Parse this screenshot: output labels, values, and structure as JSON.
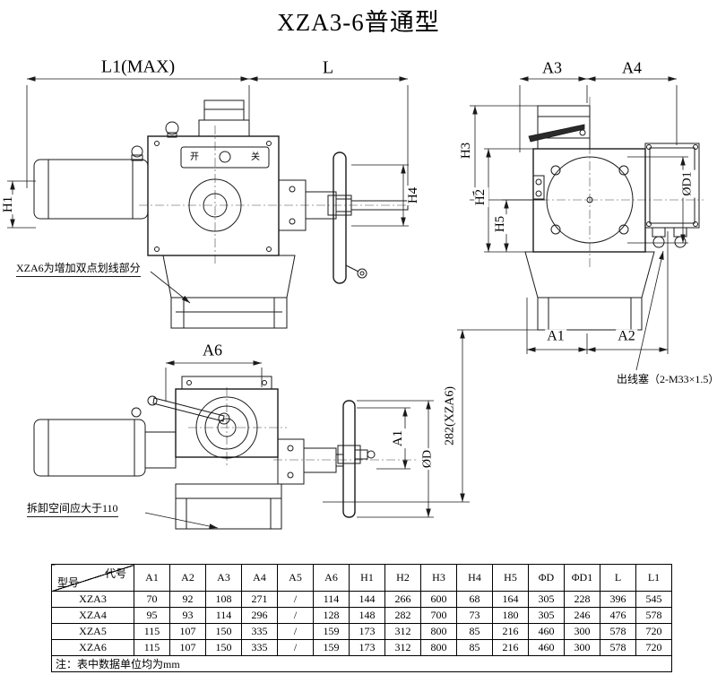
{
  "title": "XZA3-6普通型",
  "drawing_labels": {
    "l1": "L1(MAX)",
    "l": "L",
    "h1": "H1",
    "h4": "H4",
    "kai": "开",
    "guan": "关",
    "a3": "A3",
    "a4": "A4",
    "h3": "H3",
    "h2": "H2",
    "h5": "H5",
    "d1": "ØD1",
    "a1_side": "A1",
    "a2": "A2",
    "a6": "A6",
    "a1_wheel": "A1",
    "d": "ØD",
    "h282": "282(XZA6)"
  },
  "annotations": {
    "xza6_note": "XZA6为增加双点划线部分",
    "outlet_plug": "出线塞（2-M33×1.5）",
    "disassembly": "拆卸空间应大于110"
  },
  "table": {
    "corner_top": "代号",
    "corner_bottom": "型号",
    "columns": [
      "A1",
      "A2",
      "A3",
      "A4",
      "A5",
      "A6",
      "H1",
      "H2",
      "H3",
      "H4",
      "H5",
      "ΦD",
      "ΦD1",
      "L",
      "L1"
    ],
    "rows": [
      {
        "model": "XZA3",
        "values": [
          "70",
          "92",
          "108",
          "271",
          "/",
          "114",
          "144",
          "266",
          "600",
          "68",
          "164",
          "305",
          "228",
          "396",
          "545"
        ]
      },
      {
        "model": "XZA4",
        "values": [
          "95",
          "93",
          "114",
          "296",
          "/",
          "128",
          "148",
          "282",
          "700",
          "73",
          "180",
          "305",
          "246",
          "476",
          "578"
        ]
      },
      {
        "model": "XZA5",
        "values": [
          "115",
          "107",
          "150",
          "335",
          "/",
          "159",
          "173",
          "312",
          "800",
          "85",
          "216",
          "460",
          "300",
          "578",
          "720"
        ]
      },
      {
        "model": "XZA6",
        "values": [
          "115",
          "107",
          "150",
          "335",
          "/",
          "159",
          "173",
          "312",
          "800",
          "85",
          "216",
          "460",
          "300",
          "578",
          "720"
        ]
      }
    ],
    "note": "注：表中数据单位均为mm"
  }
}
